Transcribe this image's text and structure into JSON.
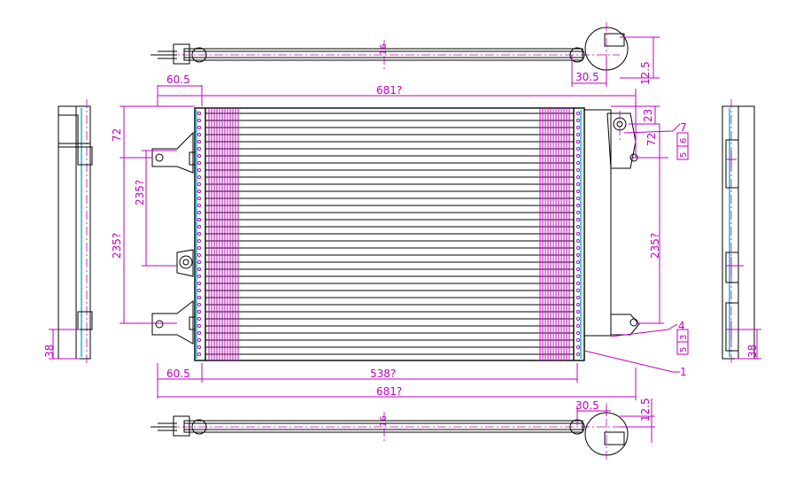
{
  "colors": {
    "dimension": "#c000c0",
    "outline": "#000000",
    "accent": "#00b8c8",
    "background": "#ffffff"
  },
  "dimensions": {
    "top_offset": "60.5",
    "top_width": "681?",
    "bottom_offset": "60.5",
    "core_width": "538?",
    "bottom_width": "681?",
    "left_upper": "72",
    "left_mid": "235?",
    "left_full": "235?",
    "right_top": "23",
    "right_upper": "72",
    "right_full": "235?",
    "top_view_tube": "16",
    "top_view_offset": "30.5",
    "top_view_height": "12.5",
    "bottom_view_offset": "30.5",
    "bottom_view_height": "12.5",
    "bottom_view_tube": "16",
    "side_left_height": "38",
    "side_right_height": "38",
    "right_small_a": "5",
    "right_small_b": "6",
    "right_small_c": "5",
    "right_small_d": "3"
  },
  "callouts": {
    "c7": "7",
    "c4": "4",
    "c1": "1"
  }
}
